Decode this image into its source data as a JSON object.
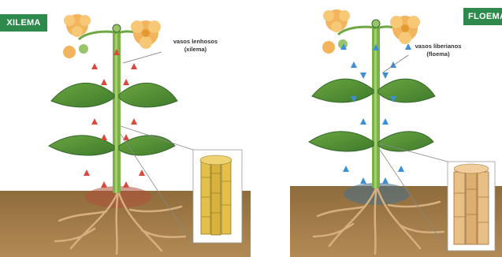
{
  "left_panel": {
    "badge": "XILEMA",
    "callout_line1": "vasos lenhosos",
    "callout_line2": "(xilema)",
    "arrow_color": "#d94a3d",
    "soil_tint": "#b0503a"
  },
  "right_panel": {
    "badge": "FLOEMA",
    "callout_line1": "vasos liberianos",
    "callout_line2": "(floema)",
    "arrow_color": "#3a8fd6",
    "soil_tint": "#4c6f86"
  },
  "colors": {
    "badge_bg": "#2e8a4c",
    "stem": "#6fa843",
    "leaf": "#4f8a35",
    "flower": "#f0b85a",
    "soil": "#8a6a3e",
    "roots": "#cfa57a"
  }
}
